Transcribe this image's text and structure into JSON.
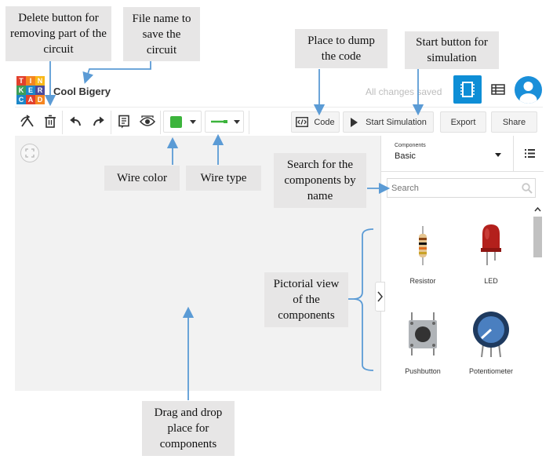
{
  "app": {
    "logo_letters": [
      "T",
      "I",
      "N",
      "K",
      "E",
      "R",
      "C",
      "A",
      "D"
    ],
    "logo_colors": [
      "#e2402c",
      "#f5851f",
      "#f9b818",
      "#3c9e58",
      "#1c87c9",
      "#4b4b9c",
      "#1c87c9",
      "#e2402c",
      "#f5851f"
    ],
    "file_name": "Cool Bigery",
    "save_status": "All changes saved",
    "accent_color": "#0e8ed6"
  },
  "toolbar": {
    "code_label": "Code",
    "start_label": "Start Simulation",
    "export_label": "Export",
    "share_label": "Share",
    "wire_color": "#3cb43c"
  },
  "panel": {
    "dropdown_caption": "Components",
    "dropdown_value": "Basic",
    "search_placeholder": "Search",
    "components": [
      {
        "label": "Resistor"
      },
      {
        "label": "LED"
      },
      {
        "label": "Pushbutton"
      },
      {
        "label": "Potentiometer"
      }
    ]
  },
  "callouts": {
    "delete": "Delete button for removing part of the circuit",
    "file_name": "File name to save the circuit",
    "code": "Place to dump the code",
    "start": "Start button for simulation",
    "wire_color": "Wire color",
    "wire_type": "Wire type",
    "search": "Search for the components by name",
    "pictorial": "Pictorial view of the components",
    "drag": "Drag and drop place for components"
  }
}
